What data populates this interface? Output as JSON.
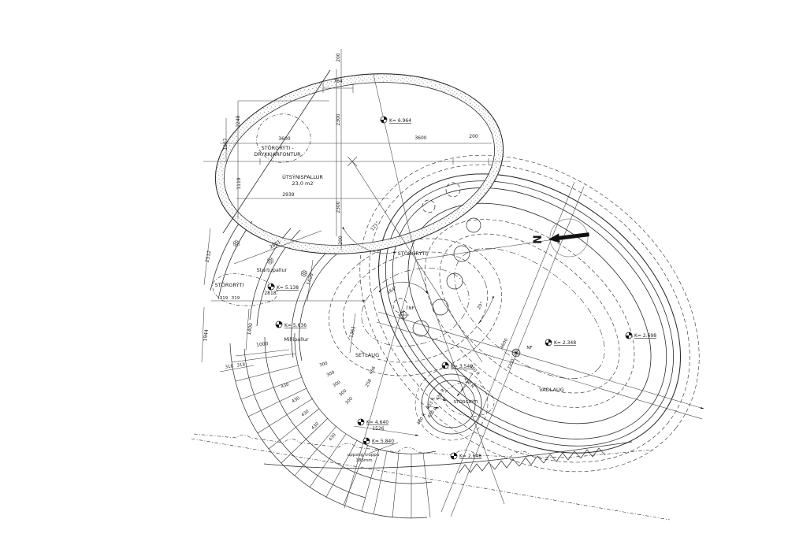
{
  "areas": {
    "utsynispallur_name": "ÚTSÝNISPALLUR",
    "utsynispallur_area": "23,0 m2",
    "drykkjarfontur_line1": "STÖRGRÝTI -",
    "drykkjarfontur_line2": "DRYKKJARFONTUR",
    "sturtupallur": "Sturtupallur",
    "millipallur": "Millipallur",
    "setlaug": "SETLAUG",
    "vadlaug": "VAÐLAUG",
    "storgryti_mid": "STÖRGRÝTI",
    "storgryti_left": "STÖRGRÝTI",
    "storgryti_pool": "STÖRGRÝTI"
  },
  "levels": {
    "k6964": "K= 6.964",
    "k5138": "K= 5.138",
    "k5636": "K= 5.636",
    "k4640": "K= 4.640",
    "k5840": "K= 5.840",
    "k3540": "K= 3.540",
    "k2648": "K= 2.648",
    "k2348": "K= 2.348",
    "k2698": "K= 2.698"
  },
  "dims": {
    "top_200": "200",
    "w_764": "764",
    "v_2300_upper": "2300",
    "v_2300_lower": "2300",
    "band_200": "200",
    "h_3600_left": "3600",
    "h_3600_right": "3600",
    "h_200_right": "200",
    "v_2248": "2248",
    "v_1367": "1367",
    "v_1119": "1119",
    "h_2939": "2939",
    "v_2512": "2512",
    "diag_2851": "2851",
    "h_2818": "2818",
    "s_319_a": "319",
    "s_319_b": "319",
    "v_1428": "1428",
    "v_1944": "1944",
    "v_1400": "1400",
    "h_1000": "1000",
    "s_318_a": "318",
    "s_318_b": "318",
    "v_1361": "1361",
    "treads": [
      "430",
      "430",
      "430",
      "430",
      "430"
    ],
    "runs": [
      "300",
      "300",
      "300",
      "300",
      "300"
    ],
    "s_456": "456",
    "s_258": "258",
    "h_1526": "1526",
    "ax_4600": "4600",
    "ax_7350": "7350"
  },
  "radii": [
    "450 R",
    "450 R",
    "438 R",
    "433 R",
    "430 R",
    "400 R"
  ],
  "angles": {
    "a121": "121°",
    "a164": "164°",
    "a20": "20°"
  },
  "labels": {
    "nf_a": "NF",
    "nf_b": "NF",
    "step_note_1": "uppstig tröppu",
    "step_note_2": "186mm"
  },
  "north": {
    "letter": "N"
  }
}
